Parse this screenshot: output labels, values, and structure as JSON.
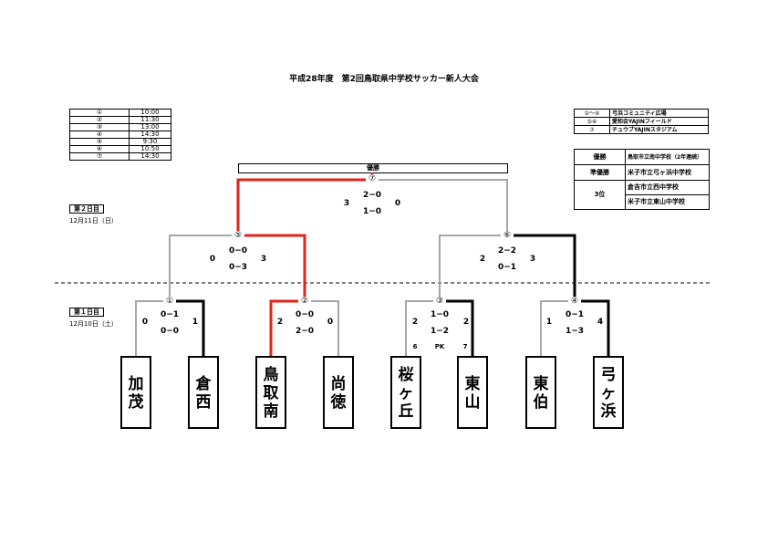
{
  "title": "平成28年度　第2回鳥取県中学校サッカー新人大会",
  "schedule": [
    {
      "no": "①",
      "time": "10:00"
    },
    {
      "no": "②",
      "time": "11:30"
    },
    {
      "no": "③",
      "time": "13:00"
    },
    {
      "no": "④",
      "time": "14:30"
    },
    {
      "no": "⑤",
      "time": "9:30"
    },
    {
      "no": "⑥",
      "time": "10:50"
    },
    {
      "no": "⑦",
      "time": "14:30"
    }
  ],
  "venues": [
    {
      "games": "①～④",
      "name": "弓浜コミュニティ広場"
    },
    {
      "games": "⑤⑥",
      "name": "愛和会YAJINフィールド"
    },
    {
      "games": "⑦",
      "name": "チュウブYAJINスタジアム"
    }
  ],
  "results": {
    "winner_label": "優勝",
    "winner": "鳥取市立南中学校（2年連続）",
    "runner_up_label": "準優勝",
    "runner_up": "米子市立弓ヶ浜中学校",
    "third_label": "3位",
    "third_1": "倉吉市立西中学校",
    "third_2": "米子市立東山中学校"
  },
  "champion_box": "優勝",
  "day2": {
    "label": "第２日目",
    "date": "12月11日（日）"
  },
  "day1": {
    "label": "第１日目",
    "date": "12月10日（土）"
  },
  "final": {
    "no": "⑦",
    "left": "3",
    "right": "0",
    "half1": "2−0",
    "half2": "1−0"
  },
  "semi1": {
    "no": "⑤",
    "left": "0",
    "right": "3",
    "half1": "0−0",
    "half2": "0−3"
  },
  "semi2": {
    "no": "⑥",
    "left": "2",
    "right": "3",
    "half1": "2−2",
    "half2": "0−1"
  },
  "r1": [
    {
      "no": "①",
      "left": "0",
      "right": "1",
      "half1": "0−1",
      "half2": "0−0"
    },
    {
      "no": "②",
      "left": "2",
      "right": "0",
      "half1": "0−0",
      "half2": "2−0"
    },
    {
      "no": "③",
      "left": "2",
      "right": "2",
      "half1": "1−0",
      "half2": "1−2",
      "pk": "PK",
      "pk_left": "6",
      "pk_right": "7"
    },
    {
      "no": "④",
      "left": "1",
      "right": "4",
      "half1": "0−1",
      "half2": "1−3"
    }
  ],
  "teams": [
    "加茂",
    "倉西",
    "鳥取南",
    "尚徳",
    "桜ヶ丘",
    "東山",
    "東伯",
    "弓ヶ浜"
  ],
  "colors": {
    "winner_path": "#e0231b",
    "advance": "#000000",
    "eliminated": "#a6a6a6"
  }
}
